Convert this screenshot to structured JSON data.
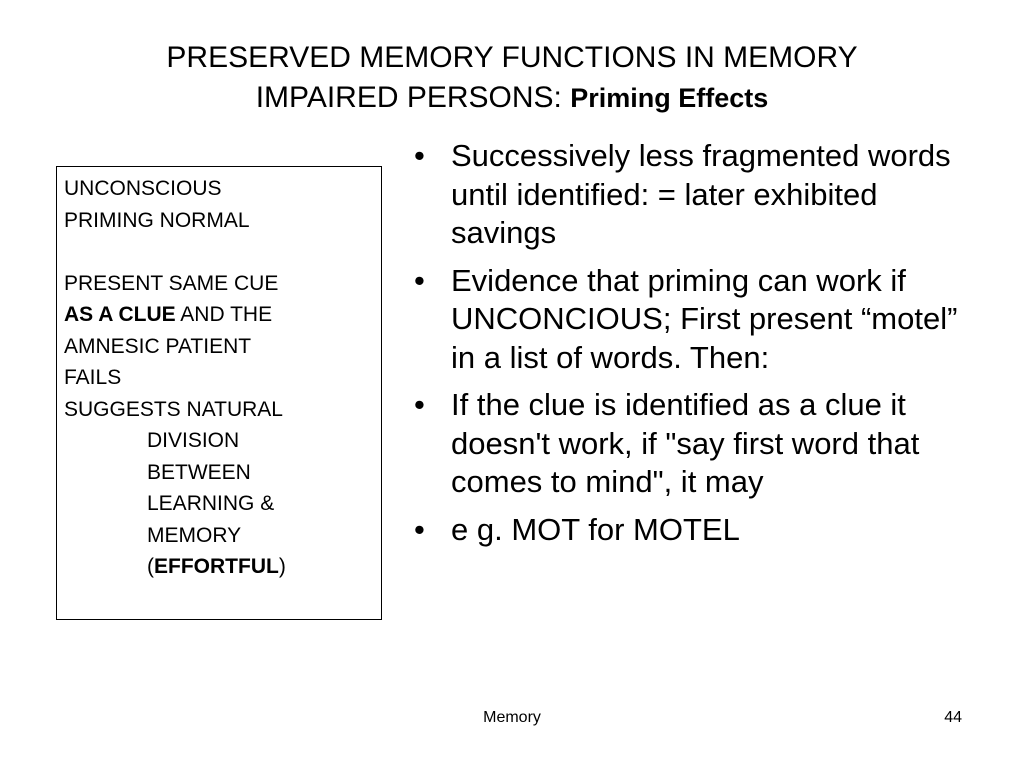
{
  "title": {
    "line1": "PRESERVED MEMORY FUNCTIONS IN MEMORY",
    "line2_plain": "IMPAIRED PERSONS: ",
    "line2_bold": "Priming Effects"
  },
  "left_box": {
    "line1": "UNCONSCIOUS",
    "line2": "PRIMING NORMAL",
    "line3": "PRESENT SAME CUE",
    "line4_bold": "AS A CLUE",
    "line4_rest": " AND THE",
    "line5": "AMNESIC PATIENT",
    "line6": "FAILS",
    "line7": "SUGGESTS NATURAL",
    "line8": "DIVISION",
    "line9": "BETWEEN",
    "line10": "LEARNING &",
    "line11": "MEMORY",
    "line12_open": "(",
    "line12_bold": "EFFORTFUL",
    "line12_close": ")"
  },
  "bullets": {
    "marker": "•",
    "items": [
      "Successively less fragmented words until identified: =  later exhibited savings",
      "Evidence that priming can work if UNCONCIOUS; First present “motel” in a list of words.  Then:",
      "If the clue is identified as a clue it doesn't work, if \"say first word that comes to mind\", it may",
      "e g. MOT for MOTEL"
    ]
  },
  "footer": {
    "center": "Memory",
    "page_number": "44"
  }
}
